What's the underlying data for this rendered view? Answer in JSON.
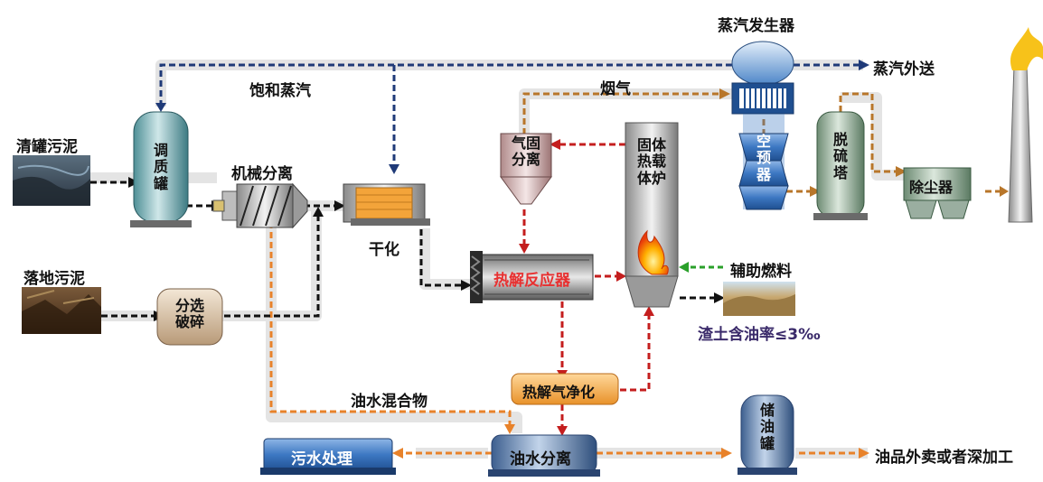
{
  "labels": {
    "steam_generator": "蒸汽发生器",
    "steam_out": "蒸汽外送",
    "saturated_steam": "饱和蒸汽",
    "flue_gas": "烟气",
    "tank_sludge": "清罐污泥",
    "ground_sludge": "落地污泥",
    "mech_separation": "机械分离",
    "drying": "干化",
    "aux_fuel": "辅助燃料",
    "residue_oil": "渣土含油率≤3‰",
    "oil_water_mix": "油水混合物",
    "product": "油品外卖或者深加工"
  },
  "units": {
    "conditioning_tank": [
      "调",
      "质",
      "罐"
    ],
    "gas_solid_sep": [
      "气固",
      "分离"
    ],
    "solid_carrier_furnace": [
      "固体",
      "热载",
      "体炉"
    ],
    "air_preheater": [
      "空",
      "预",
      "器"
    ],
    "desulfurization": [
      "脱",
      "硫",
      "塔"
    ],
    "dust_collector": "除尘器",
    "sort_crush": [
      "分选",
      "破碎"
    ],
    "pyrolysis_reactor": "热解反应器",
    "pyrolysis_gas_cleaning": "热解气净化",
    "wastewater_treatment": "污水处理",
    "oil_water_separation": "油水分离",
    "oil_tank": [
      "储",
      "油",
      "罐"
    ]
  },
  "colors": {
    "steam_flow": "#1f3a78",
    "gas_flow": "#c41e1e",
    "oil_flow": "#e8822a",
    "flue_flow": "#b8762a",
    "sludge_flow": "#111111",
    "aux_fuel_flow": "#2aa02a",
    "reactor_text": "#e83030",
    "residue_text": "#3a2a6a"
  },
  "icons": {
    "flame": "flame-icon",
    "chimney": "chimney-icon",
    "screw": "screw-conveyor-icon"
  }
}
